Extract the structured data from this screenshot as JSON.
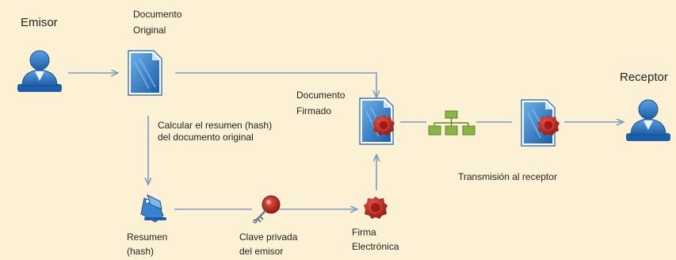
{
  "labels": {
    "emisor": "Emisor",
    "documento_original_1": "Documento",
    "documento_original_2": "Original",
    "documento_firmado_1": "Documento",
    "documento_firmado_2": "Firmado",
    "receptor": "Receptor",
    "calcular": "Calcular el resumen (hash) del documento original",
    "transmision": "Transmisión al receptor",
    "resumen_1": "Resumen",
    "resumen_2": "(hash)",
    "clave_1": "Clave privada",
    "clave_2": "del emisor",
    "firma_1": "Firma",
    "firma_2": "Electrónica"
  },
  "icons": {
    "person": "person-icon",
    "document": "document-icon",
    "signed_document": "signed-document-icon",
    "network": "network-icon",
    "hash": "hash-tag-icon",
    "key": "private-key-icon",
    "seal": "wax-seal-icon"
  },
  "colors": {
    "background": "#fcf1d4",
    "arrow": "#7f9cc1",
    "icon_blue": "#2e74c0",
    "seal_red": "#b3231d",
    "network_green": "#7ea33c"
  }
}
